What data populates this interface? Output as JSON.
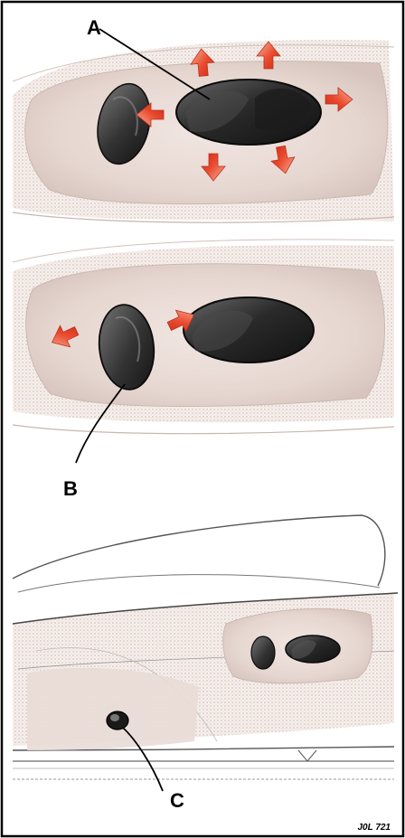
{
  "figure": {
    "callouts": {
      "a": "A",
      "b": "B",
      "c": "C"
    },
    "reference_code": "J0L 721"
  },
  "colors": {
    "border": "#000000",
    "panel_fill": "#efe4df",
    "panel_shadow": "#d9c8c2",
    "switch_dark": "#2b2b2b",
    "switch_mid": "#5a5a5a",
    "arrow_red": "#e8402a",
    "arrow_light": "#f7a18a"
  },
  "icons": {
    "arrow": "red-direction-arrow",
    "seat_switch": "seat-adjust-switch",
    "backrest_switch": "backrest-tilt-switch",
    "lumbar_knob": "lumbar-knob"
  }
}
